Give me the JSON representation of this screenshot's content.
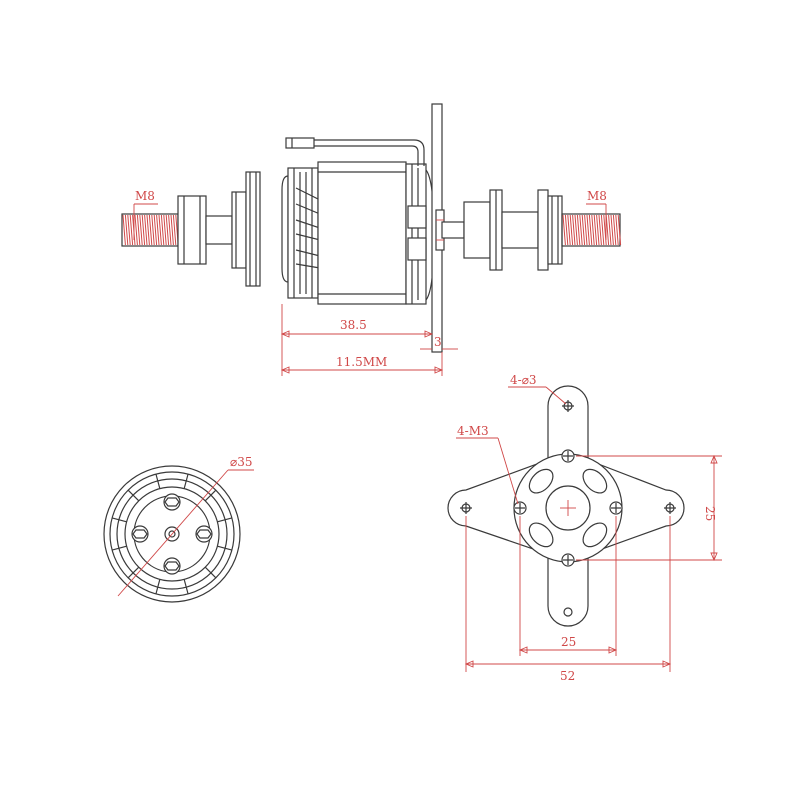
{
  "labels": {
    "thread_left": "M8",
    "thread_right": "M8",
    "length_38_5": "38.5",
    "length_11_5": "11.5MM",
    "mount_3": "3",
    "dia_35": "⌀35",
    "holes_4_d3": "4-⌀3",
    "holes_4_m3": "4-M3",
    "width_25": "25",
    "height_25": "25",
    "width_52": "52"
  },
  "colors": {
    "outline": "#3a3a3a",
    "dimension": "#d04848",
    "background": "#ffffff"
  }
}
